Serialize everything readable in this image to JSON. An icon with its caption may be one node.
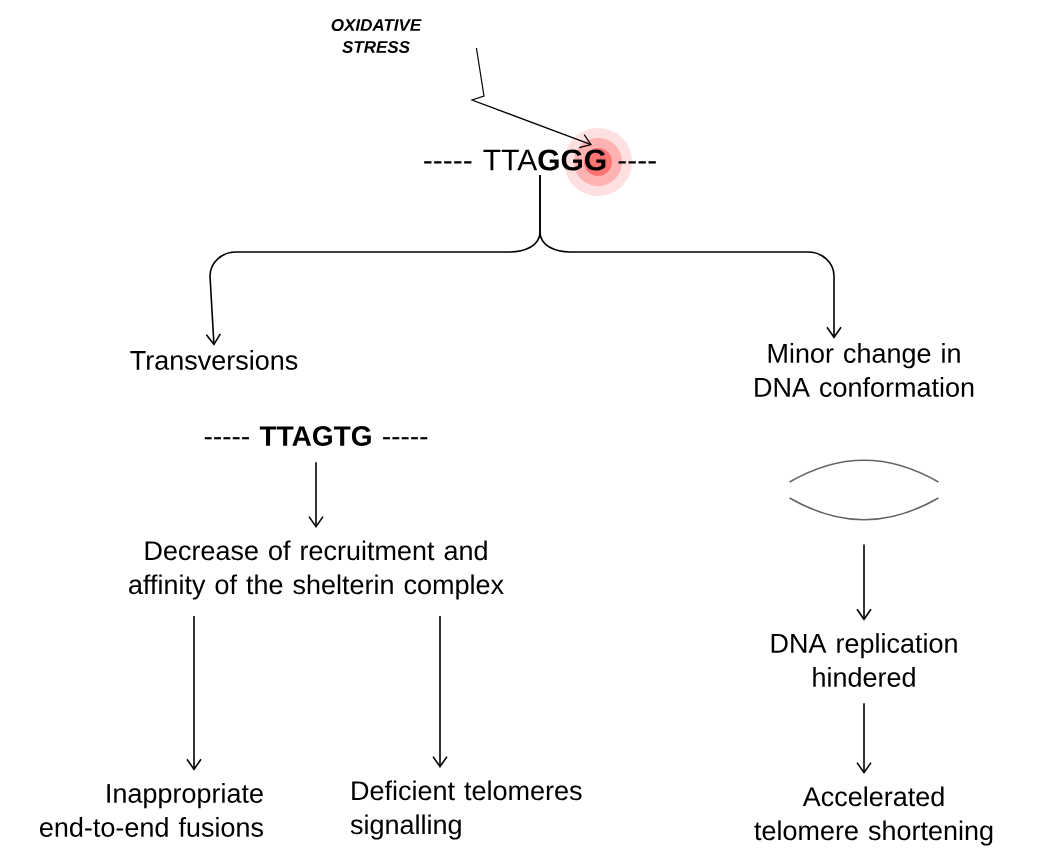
{
  "diagram": {
    "nodes": [
      {
        "text": [
          "OXIDATIVE STRESS"
        ]
      },
      {
        "text": [
          "----- TTA**GGG** ----"
        ]
      },
      {
        "text": [
          "Transversions"
        ]
      },
      {
        "text": [
          "----- **TTAGTG** -----"
        ]
      },
      {
        "text": [
          "Decrease of recruitment and affinity of the shelterin complex"
        ]
      },
      {
        "text": [
          "Inappropriate end-to-end fusions"
        ]
      },
      {
        "text": [
          "Deficient telomeres signalling"
        ]
      },
      {
        "text": [
          "Minor change in DNA conformation"
        ]
      },
      {
        "text": [],
        "shape": "ellipse"
      },
      {
        "text": [
          "DNA replication hindered"
        ]
      },
      {
        "text": [
          "Accelerated telomere shortening"
        ]
      }
    ],
    "edges": [
      {
        "from": 0,
        "to": 1,
        "arrow": "to"
      },
      {
        "from": 1,
        "to": 2,
        "arrow": "to"
      },
      {
        "from": 1,
        "to": 7,
        "arrow": "to"
      },
      {
        "from": 3,
        "to": 4,
        "arrow": "to"
      },
      {
        "from": 4,
        "to": 5,
        "arrow": "to"
      },
      {
        "from": 4,
        "to": 6,
        "arrow": "to"
      },
      {
        "from": 8,
        "to": 9,
        "arrow": "to"
      },
      {
        "from": 9,
        "to": 10,
        "arrow": "to"
      }
    ]
  }
}
